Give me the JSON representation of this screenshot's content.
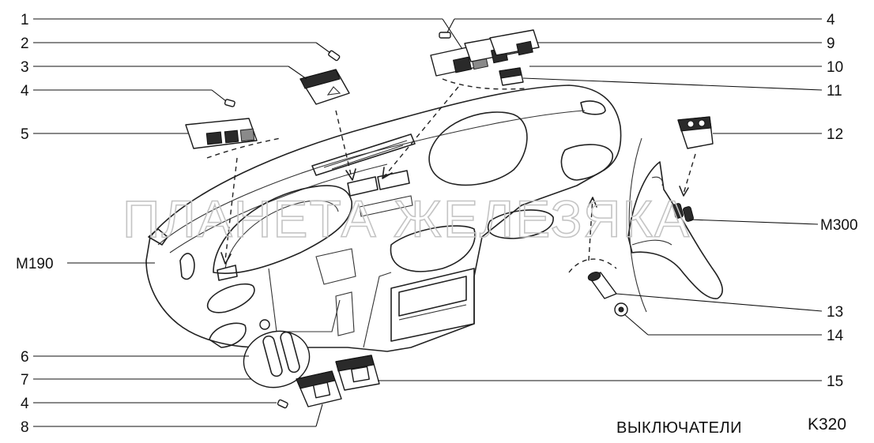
{
  "watermark": "ПЛАНЕТА ЖЕЛЕЗЯКА",
  "caption": "ВЫКЛЮЧАТЕЛИ",
  "code": "K320",
  "callouts_left": [
    "1",
    "2",
    "3",
    "4",
    "5",
    "6",
    "7",
    "4",
    "8"
  ],
  "callouts_right": [
    "4",
    "9",
    "10",
    "11",
    "12",
    "13",
    "14",
    "15"
  ],
  "refs": [
    "M190",
    "M300"
  ]
}
